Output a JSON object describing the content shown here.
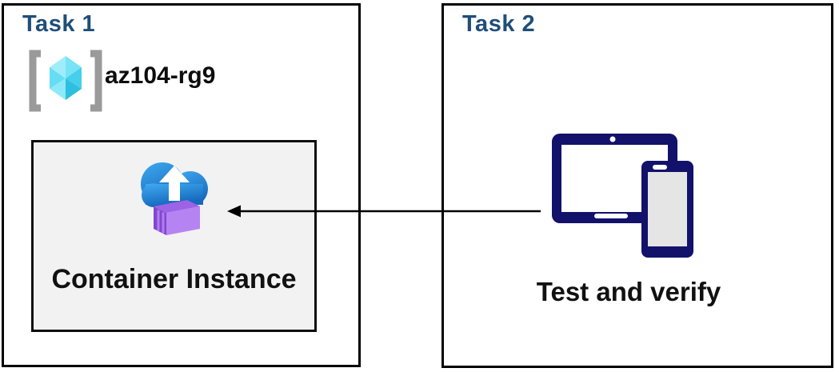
{
  "task1": {
    "title": "Task 1",
    "resource_group_name": "az104-rg9",
    "container_label": "Container Instance"
  },
  "task2": {
    "title": "Task 2",
    "caption": "Test and verify"
  },
  "icons": {
    "resource_group": "resource-group-icon (gray brackets around cyan cube)",
    "container_instance": "container-instance-icon (blue cloud, white up arrow, purple container)",
    "devices": "tablet-and-phone-icon (navy tablet with overlapping phone)"
  },
  "arrow": {
    "from": "task2-devices",
    "to": "container-instance",
    "direction": "right-to-left"
  },
  "colors": {
    "title_blue": "#1F4E79",
    "panel_border": "#000000",
    "inner_box_bg": "#F2F2F2",
    "device_navy": "#12126B",
    "cloud_blue_top": "#3FA9F0",
    "cloud_blue_bottom": "#1669BE",
    "container_purple_front": "#B583F2",
    "container_purple_side": "#8247D0",
    "container_purple_top": "#9C63E6",
    "cube_cyan_light": "#9FEDFA",
    "cube_cyan_dark": "#2EBFE0",
    "bracket_gray": "#9A9A9A"
  }
}
